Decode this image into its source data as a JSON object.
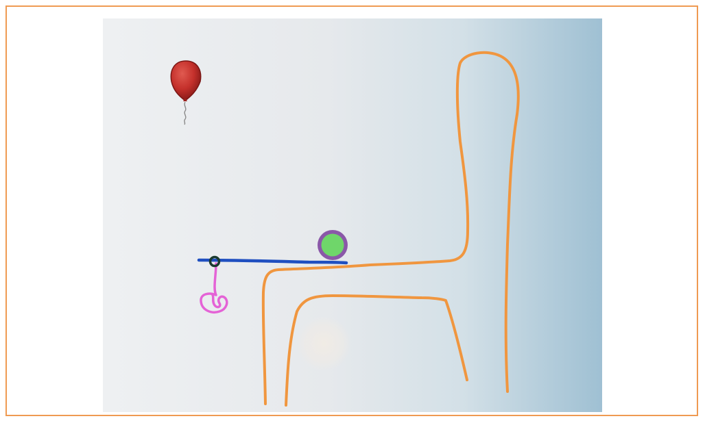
{
  "game": {
    "colors": {
      "frame_border": "#ef9a52",
      "sky_light": "#e9ebee",
      "sky_blue": "#9fc2d6",
      "drawn_line": "#f0963f",
      "balloon": "#c4302b",
      "platform": "#1f4fc0",
      "ball_fill": "#6fd66a",
      "ball_ring": "#8a58a8",
      "pivot_ring": "#1a3a30",
      "rope": "#e463d6"
    },
    "objects": [
      {
        "name": "red-balloon",
        "icon": "balloon-icon"
      },
      {
        "name": "blue-platform",
        "icon": "line-segment"
      },
      {
        "name": "green-ball",
        "icon": "ball-icon"
      },
      {
        "name": "pivot-joint",
        "icon": "ring-icon"
      },
      {
        "name": "pink-rope",
        "icon": "squiggle-icon"
      },
      {
        "name": "chair-outline",
        "icon": "drawn-path"
      }
    ]
  }
}
